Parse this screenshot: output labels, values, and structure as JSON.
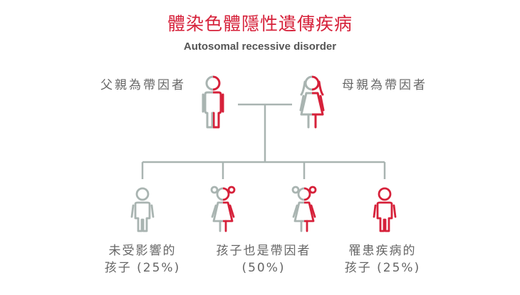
{
  "title": "體染色體隱性遺傳疾病",
  "subtitle": "Autosomal recessive disorder",
  "parents": {
    "father_label": "父親為帶因者",
    "mother_label": "母親為帶因者"
  },
  "children": [
    {
      "line1": "未受影響的",
      "line2": "孩子 (25%)"
    },
    {
      "line1": "孩子也是帶因者",
      "line2": "(50%)"
    },
    {
      "line1": "罹患疾病的",
      "line2": "孩子 (25%)"
    }
  ],
  "colors": {
    "red": "#d6213a",
    "gray": "#a9b4b1",
    "text": "#666666"
  }
}
